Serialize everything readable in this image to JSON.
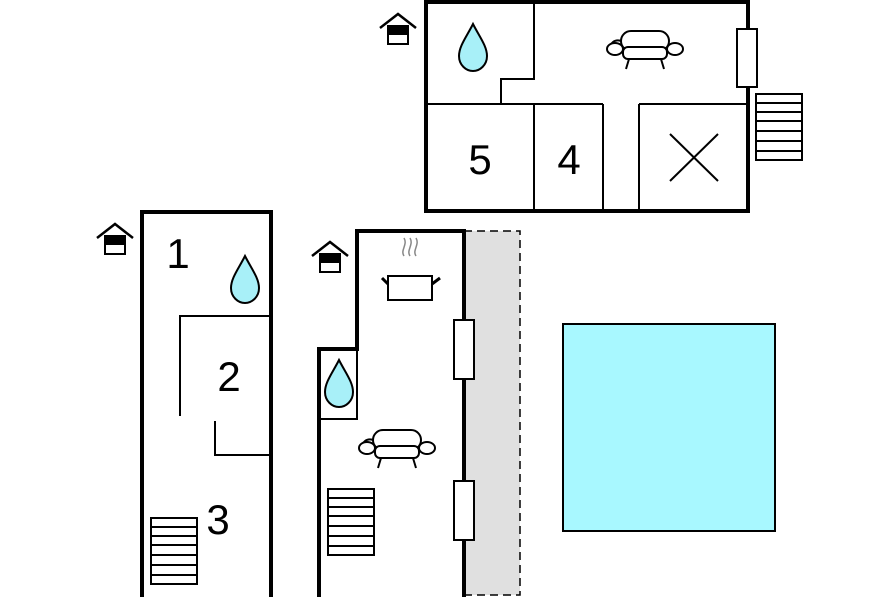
{
  "colors": {
    "wall": "#000000",
    "water": "#a8f0f8",
    "pool": "#a8f8ff",
    "terrace": "#e0e0e0",
    "background": "#ffffff"
  },
  "icons": {
    "floor_level": "floor-level-icon",
    "water": "water-drop-icon",
    "sofa": "sofa-icon",
    "kitchen": "cooking-pot-icon",
    "stairs": "stairs-icon",
    "window": "window-icon",
    "void": "void-cross-icon"
  },
  "rooms": {
    "upper_left": "5",
    "upper_right": "4",
    "left_top": "1",
    "left_middle": "2",
    "left_bottom": "3"
  }
}
